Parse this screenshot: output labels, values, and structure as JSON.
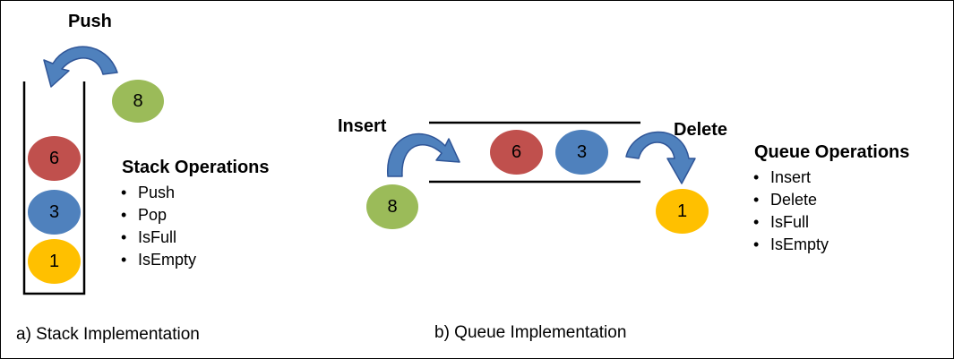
{
  "stack": {
    "push_label": "Push",
    "incoming": "8",
    "items": [
      "6",
      "3",
      "1"
    ],
    "ops_title": "Stack Operations",
    "ops": [
      "Push",
      "Pop",
      "IsFull",
      "IsEmpty"
    ],
    "caption": "a) Stack Implementation"
  },
  "queue": {
    "insert_label": "Insert",
    "delete_label": "Delete",
    "incoming": "8",
    "items": [
      "6",
      "3"
    ],
    "outgoing": "1",
    "ops_title": "Queue Operations",
    "ops": [
      "Insert",
      "Delete",
      "IsFull",
      "IsEmpty"
    ],
    "caption": "b) Queue Implementation"
  },
  "colors": {
    "red": "#c0504d",
    "blue": "#4f81bd",
    "green": "#9bbb59",
    "yellow": "#ffc000",
    "arrow": "#4f81bd",
    "arrow_edge": "#2f5597"
  }
}
